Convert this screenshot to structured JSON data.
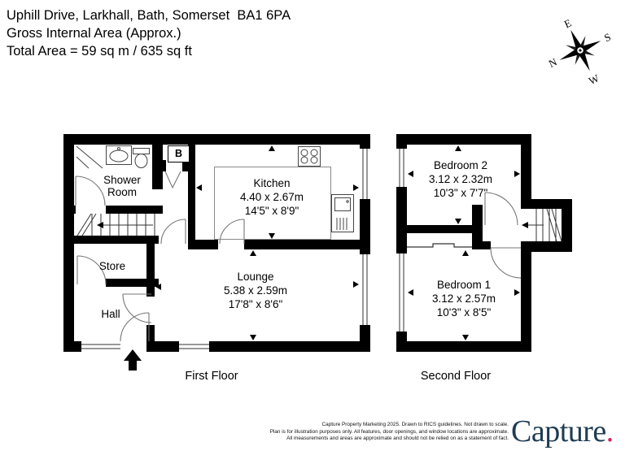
{
  "header": {
    "line1": "Uphill Drive, Larkhall, Bath, Somerset  BA1 6PA",
    "line2": "Gross Internal Area (Approx.)",
    "line3": "Total Area = 59 sq m / 635 sq ft"
  },
  "compass": {
    "n": "N",
    "e": "E",
    "s": "S",
    "w": "W"
  },
  "first_floor": {
    "label": "First Floor",
    "rooms": {
      "shower": {
        "name_line1": "Shower",
        "name_line2": "Room"
      },
      "kitchen": {
        "name": "Kitchen",
        "metric": "4.40 x 2.67m",
        "imperial": "14'5\" x 8'9\""
      },
      "store": {
        "name": "Store"
      },
      "hall": {
        "name": "Hall"
      },
      "lounge": {
        "name": "Lounge",
        "metric": "5.38 x 2.59m",
        "imperial": "17'8\" x 8'6\""
      },
      "boiler": {
        "label": "B"
      }
    }
  },
  "second_floor": {
    "label": "Second Floor",
    "rooms": {
      "bedroom2": {
        "name": "Bedroom 2",
        "metric": "3.12 x 2.32m",
        "imperial": "10'3\" x 7'7\""
      },
      "bedroom1": {
        "name": "Bedroom 1",
        "metric": "3.12 x 2.57m",
        "imperial": "10'3\" x 8'5\""
      }
    }
  },
  "footer": {
    "disclaimer_line1": "Capture Property Marketing 2025. Drawn to RICS guidelines.  Not drawn to scale.",
    "disclaimer_line2": "Plan is for illustration purposes only. All features, door openings, and window locations are approximate.",
    "disclaimer_line3": "All measurements and areas are approximate and should not be relied on as a statement of fact.",
    "logo_text": "Capture",
    "logo_dot": ".",
    "colors": {
      "logo": "#1e3c52",
      "logo_dot": "#d6215c",
      "walls": "#000000"
    }
  }
}
